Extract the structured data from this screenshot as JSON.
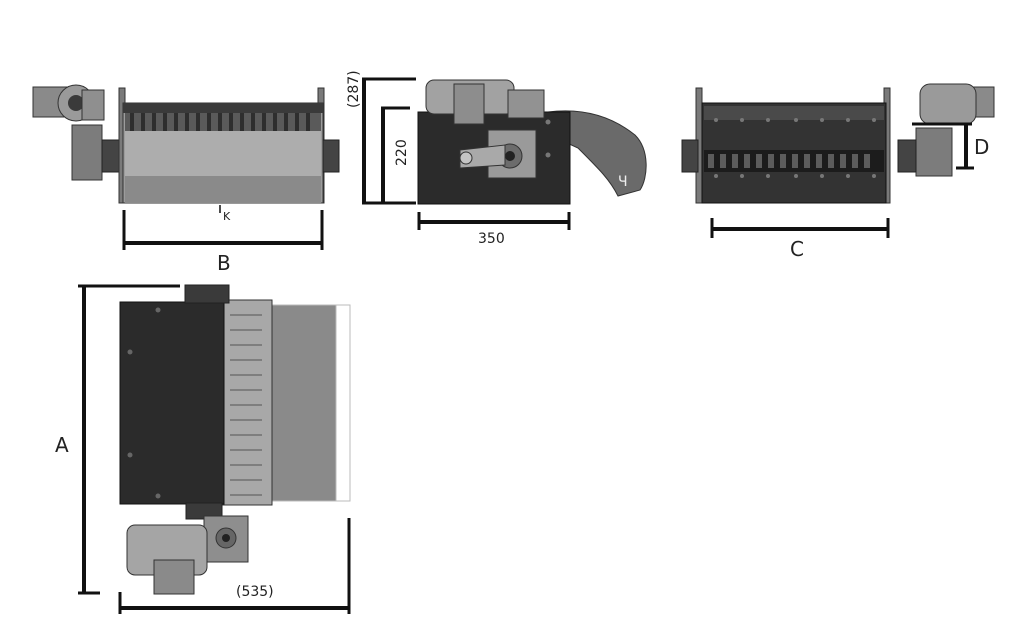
{
  "labels": {
    "front_width": "B",
    "front_mark": "K",
    "side_height_total": "(287)",
    "side_height": "220",
    "side_depth": "350",
    "side_marker": "Ч",
    "rear_width": "C",
    "rear_offset": "D",
    "top_length": "A",
    "top_width": "(535)"
  },
  "colors": {
    "dark_body": "#2b2b2b",
    "mid_grey": "#6e6e6e",
    "light_grey": "#a7a7a7",
    "pale_grey": "#c9c9c9",
    "dimension_line": "#111111"
  }
}
